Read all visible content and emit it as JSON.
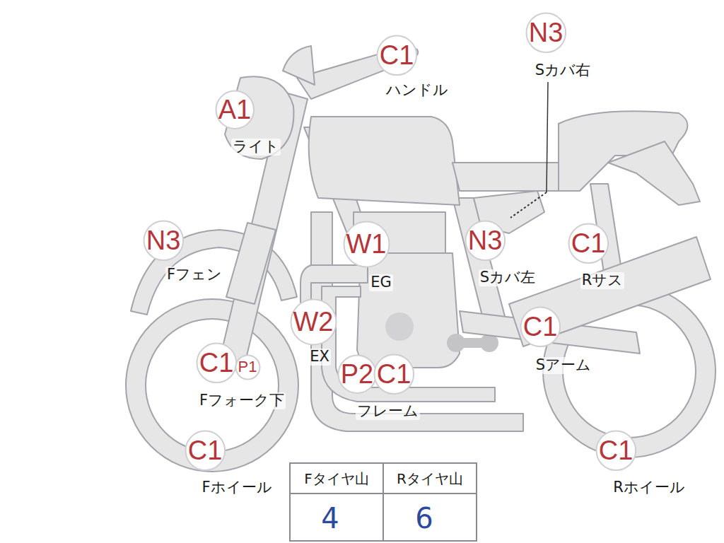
{
  "diagram": {
    "nodes": [
      {
        "text": [
          "C1"
        ]
      },
      {
        "text": [
          "N3"
        ]
      },
      {
        "text": [
          "A1"
        ]
      },
      {
        "text": [
          "N3"
        ]
      },
      {
        "text": [
          "W1"
        ]
      },
      {
        "text": [
          "N3"
        ]
      },
      {
        "text": [
          "C1"
        ]
      },
      {
        "text": [
          "W2"
        ]
      },
      {
        "text": [
          "C1"
        ]
      },
      {
        "text": [
          "C1"
        ]
      },
      {
        "text": [
          "P1"
        ]
      },
      {
        "text": [
          "P2"
        ]
      },
      {
        "text": [
          "C1"
        ]
      },
      {
        "text": [
          "C1"
        ]
      },
      {
        "text": [
          "C1"
        ]
      }
    ],
    "labels": [
      "ハンドル",
      "Sカバ右",
      "ライト",
      "Fフェン",
      "EG",
      "Sカバ左",
      "Rサス",
      "EX",
      "Sアーム",
      "Fフォーク下",
      "フレーム",
      "Fホイール",
      "Rホイール",
      "Fタイヤ山",
      "Rタイヤ山",
      "4",
      "6"
    ]
  }
}
